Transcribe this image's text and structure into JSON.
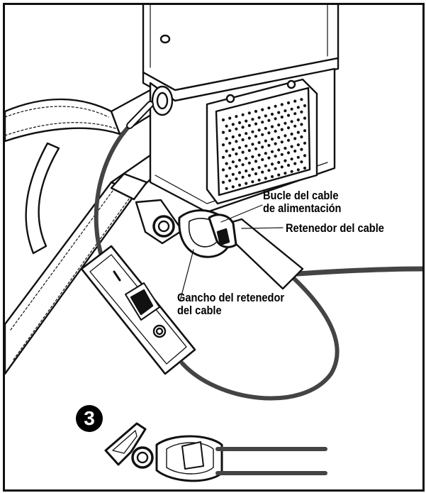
{
  "labels": {
    "power_cord_loop_line1": "Bucle del cable",
    "power_cord_loop_line2": "de alimentación",
    "cord_retainer": "Retenedor del cable",
    "retainer_hook_line1": "Gancho del retenedor",
    "retainer_hook_line2": "del cable"
  },
  "step_number": "3",
  "colors": {
    "ink": "#111111",
    "paper": "#ffffff",
    "cord": "#555555",
    "badge": "#000000"
  }
}
